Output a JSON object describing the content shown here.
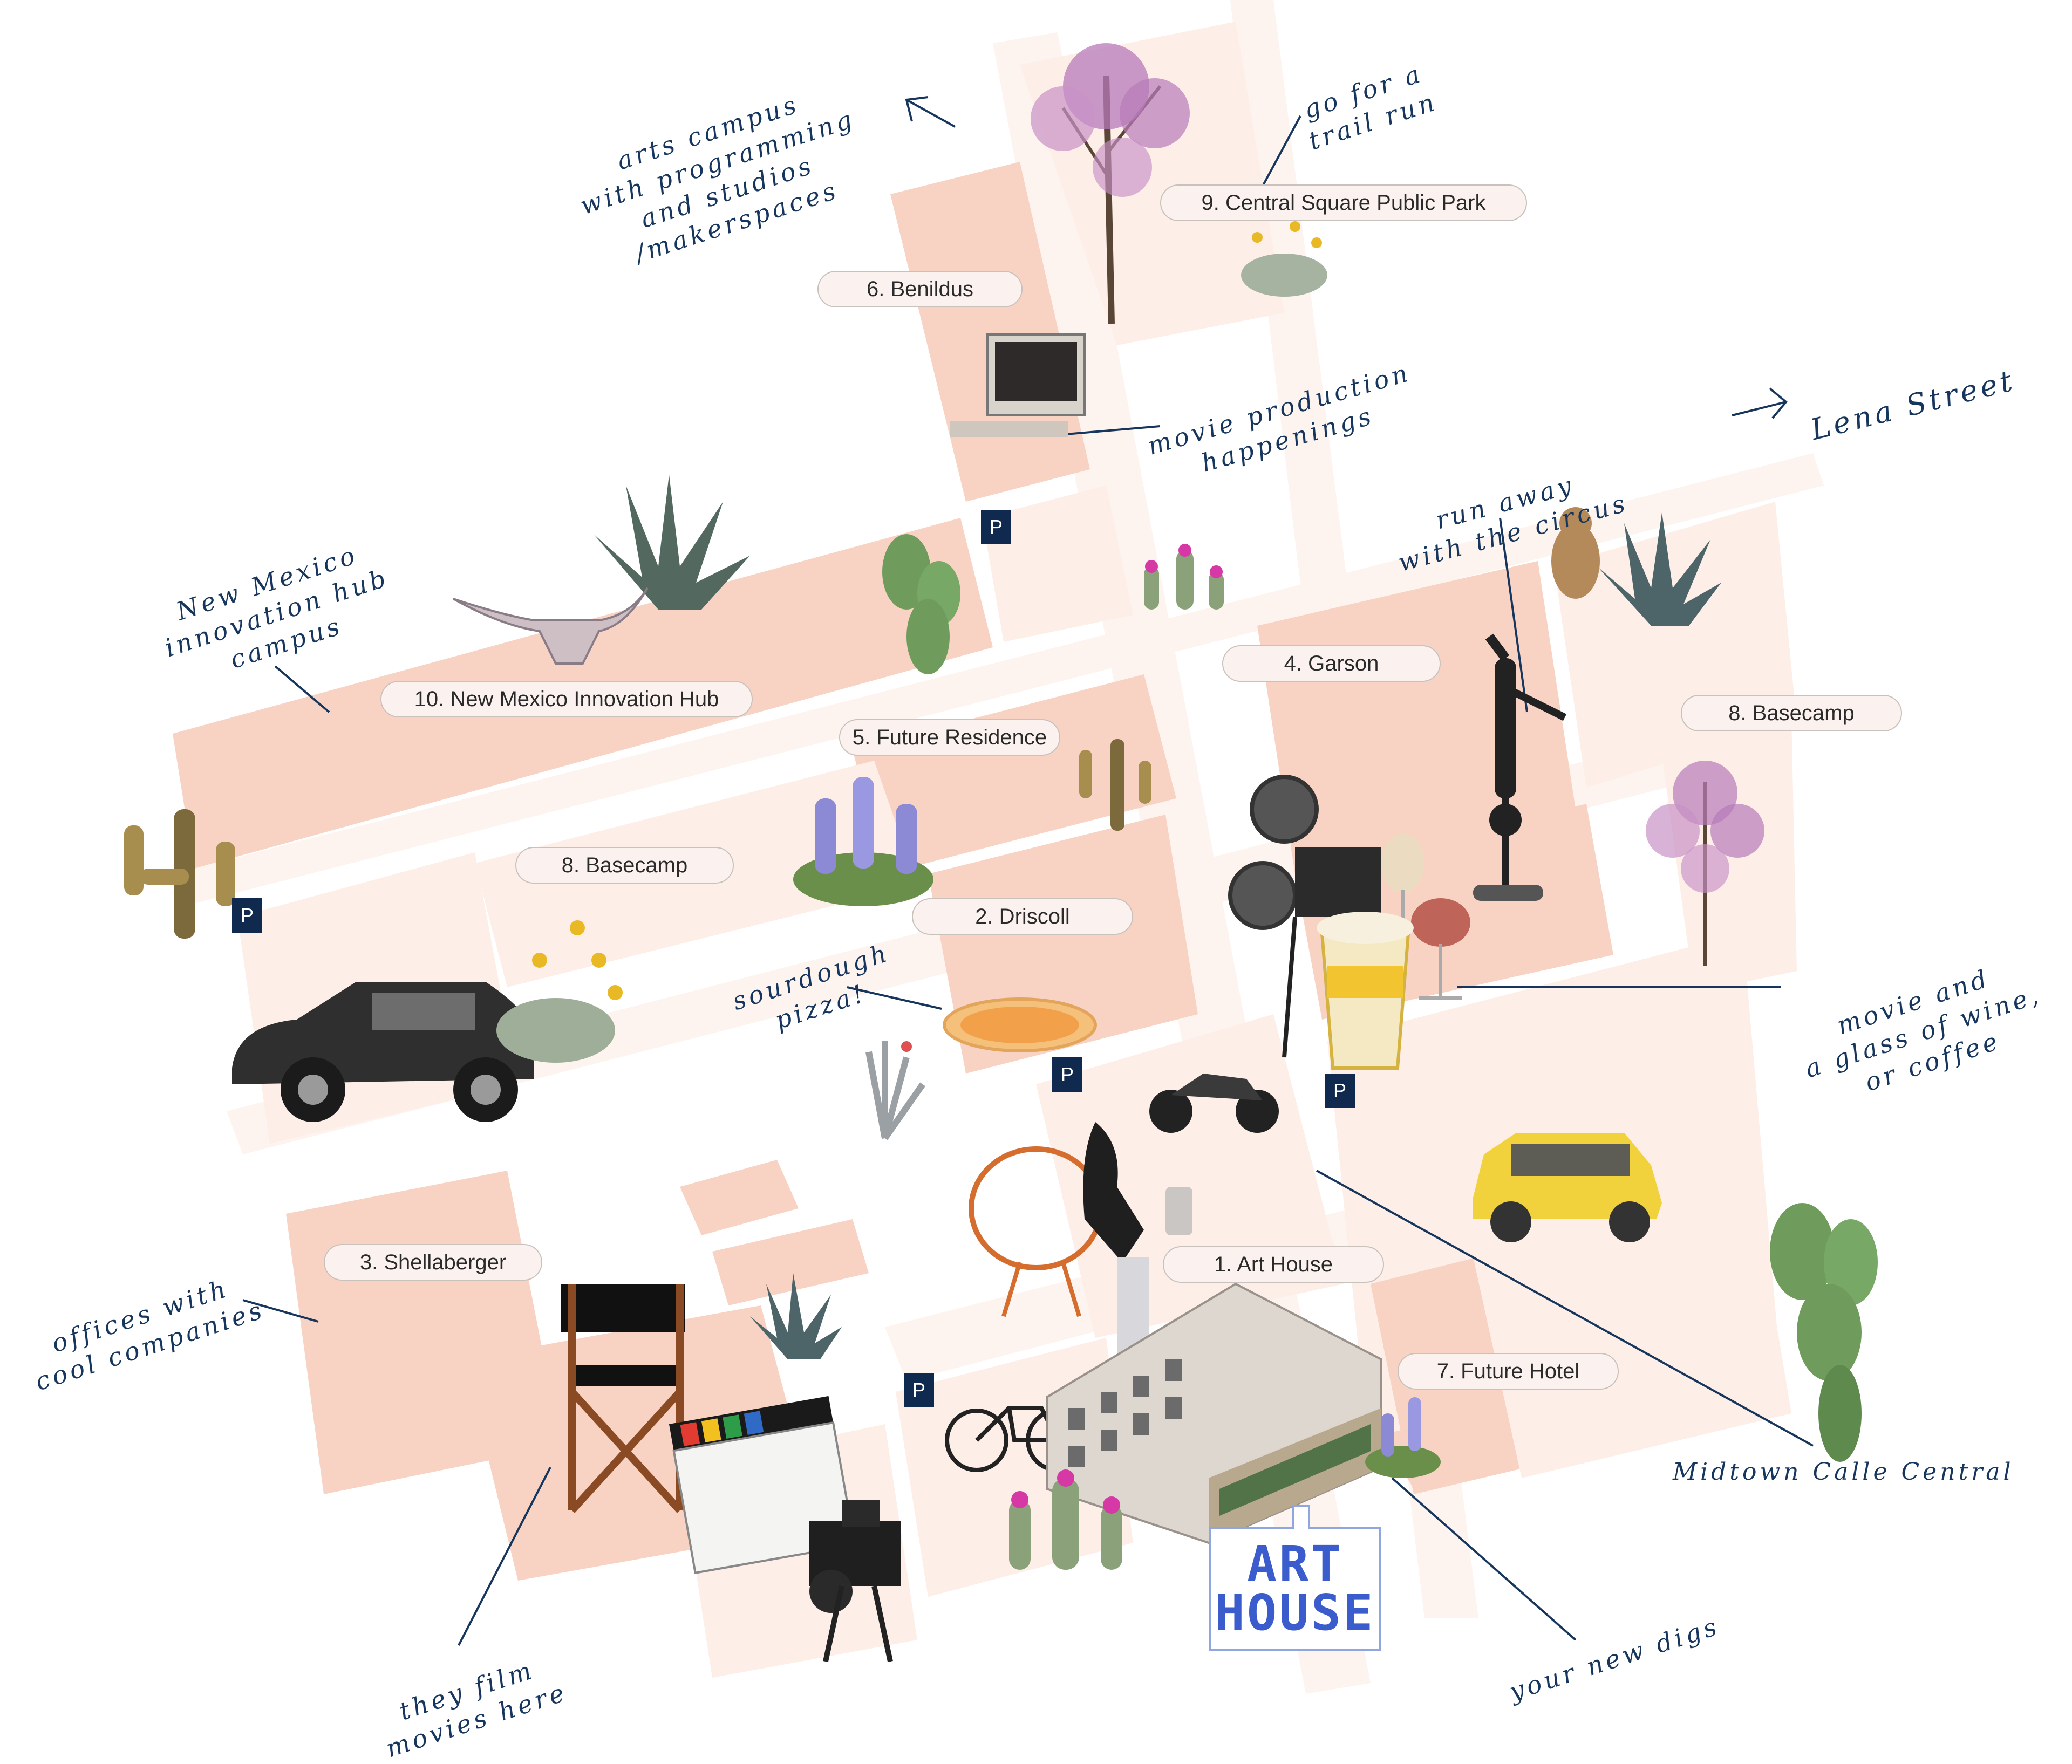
{
  "map": {
    "labels": [
      {
        "id": "art-house",
        "text": "1. Art House"
      },
      {
        "id": "driscoll",
        "text": "2. Driscoll"
      },
      {
        "id": "shellaberger",
        "text": "3. Shellaberger"
      },
      {
        "id": "garson",
        "text": "4. Garson"
      },
      {
        "id": "future-residence",
        "text": "5. Future Residence"
      },
      {
        "id": "benildus",
        "text": "6. Benildus"
      },
      {
        "id": "future-hotel",
        "text": "7. Future Hotel"
      },
      {
        "id": "basecamp-east",
        "text": "8. Basecamp"
      },
      {
        "id": "basecamp-west",
        "text": "8. Basecamp"
      },
      {
        "id": "central-square",
        "text": "9. Central Square Public Park"
      },
      {
        "id": "innovation-hub",
        "text": "10. New Mexico Innovation Hub"
      }
    ],
    "notes": {
      "arts_campus": [
        "arts campus",
        "with programming",
        "and studios",
        "/makerspaces"
      ],
      "trail_run": [
        "go for a",
        "trail run"
      ],
      "movie_production": [
        "movie production",
        "happenings"
      ],
      "lena_street": "Lena Street",
      "circus": [
        "run away",
        "with the circus"
      ],
      "innovation_campus": [
        "New Mexico",
        "innovation hub",
        "campus"
      ],
      "pizza": [
        "sourdough",
        "pizza!"
      ],
      "wine": [
        "movie and",
        "a glass of wine,",
        "or coffee"
      ],
      "offices": [
        "offices with",
        "cool companies"
      ],
      "midtown": "Midtown Calle Central",
      "film": [
        "they film",
        "movies here"
      ],
      "digs": "your new digs"
    },
    "parking_label": "P",
    "logo": [
      "ART",
      "HOUSE"
    ],
    "colors": {
      "block": "#f8d3c3",
      "block_light": "#fdeee8",
      "street": "#fdf3ef",
      "ink": "#17365e",
      "parking": "#0f2a4e",
      "logo": "#3b5ccc"
    },
    "icons": [
      "redbud-tree-icon",
      "agave-icon",
      "cow-skull-icon",
      "prickly-pear-icon",
      "cholla-icon",
      "lupine-icon",
      "vintage-car-icon",
      "desert-flower-icon",
      "computer-icon",
      "movie-projector-icon",
      "popcorn-icon",
      "wine-glass-icon",
      "handstand-performer-icon",
      "prairie-dog-icon",
      "pizza-icon",
      "motorcycle-icon",
      "woman-on-chair-icon",
      "mini-car-icon",
      "apartment-building-icon",
      "bicycle-icon",
      "director-chair-icon",
      "clapperboard-icon",
      "cinema-camera-icon",
      "hedgehog-cactus-icon"
    ]
  }
}
